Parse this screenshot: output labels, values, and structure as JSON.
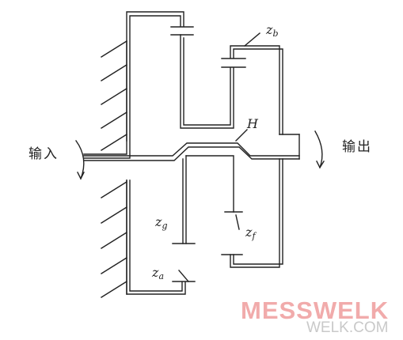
{
  "labels": {
    "zb": {
      "main": "z",
      "sub": "b"
    },
    "h": "H",
    "zg": {
      "main": "z",
      "sub": "g"
    },
    "zf": {
      "main": "z",
      "sub": "f"
    },
    "za": {
      "main": "z",
      "sub": "a"
    },
    "input": "输入",
    "output": "输出"
  },
  "watermark": {
    "brand": "MESSWELK",
    "url": "WELK.COM"
  },
  "colors": {
    "line": "#222222",
    "watermark_brand": "#ef9d9d",
    "watermark_url": "#c9c9c9"
  }
}
